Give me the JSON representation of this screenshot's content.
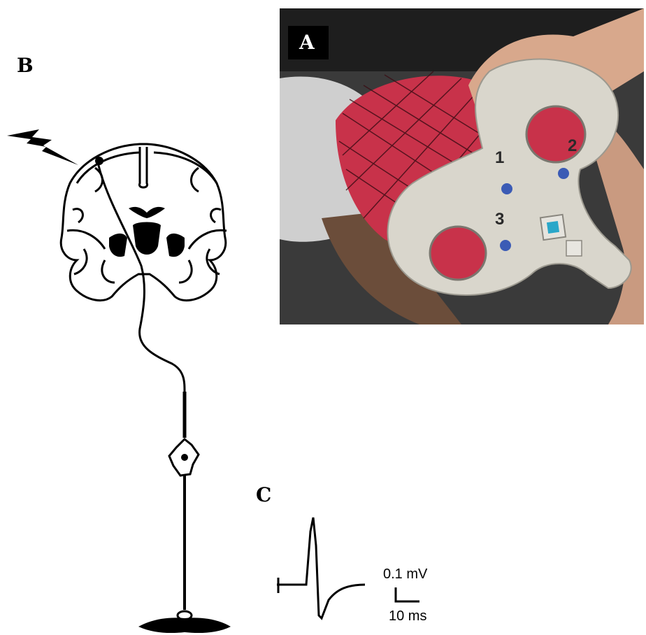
{
  "panels": {
    "a_label": "A",
    "b_label": "B",
    "c_label": "C"
  },
  "coil": {
    "numbers": [
      "1",
      "2",
      "3"
    ]
  },
  "scale_bar": {
    "voltage": "0.1 mV",
    "time": "10 ms"
  },
  "colors": {
    "cap_red": "#c8324a",
    "coil_gray": "#d9d6cc",
    "button_blue": "#3b5bb5",
    "stim_cyan": "#2aa7c9"
  }
}
